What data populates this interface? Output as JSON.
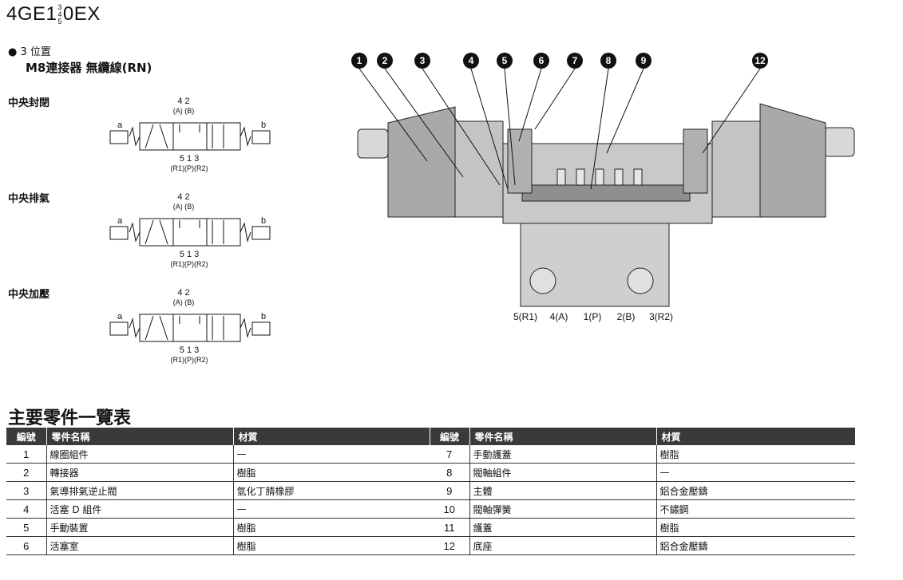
{
  "header": {
    "model_prefix": "4GE1",
    "model_fraction": [
      "3",
      "4",
      "5"
    ],
    "model_suffix": "0EX",
    "position": "● 3 位置",
    "connector": "M8連接器 無纜線(RN)"
  },
  "symbols": [
    {
      "label": "中央封閉"
    },
    {
      "label": "中央排氣"
    },
    {
      "label": "中央加壓"
    }
  ],
  "symbol_text": {
    "ports_top": "4  2",
    "ports_top_sub": "(A) (B)",
    "ports_bottom": "5  1  3",
    "ports_bottom_sub": "(R1)(P)(R2)",
    "side_a": "a",
    "side_b": "b"
  },
  "diagram": {
    "callouts": [
      "1",
      "2",
      "3",
      "4",
      "5",
      "6",
      "7",
      "8",
      "9",
      "12"
    ],
    "port_labels": [
      "5(R1)",
      "4(A)",
      "1(P)",
      "2(B)",
      "3(R2)"
    ]
  },
  "table": {
    "title": "主要零件一覽表",
    "headers": [
      "編號",
      "零件名稱",
      "材質",
      "編號",
      "零件名稱",
      "材質"
    ],
    "left_rows": [
      {
        "no": "1",
        "name": "線圈組件",
        "material": "—"
      },
      {
        "no": "2",
        "name": "轉接器",
        "material": "樹脂"
      },
      {
        "no": "3",
        "name": "氣導排氣逆止閥",
        "material": "氫化丁腈橡膠"
      },
      {
        "no": "4",
        "name": "活塞 D 組件",
        "material": "—"
      },
      {
        "no": "5",
        "name": "手動裝置",
        "material": "樹脂"
      },
      {
        "no": "6",
        "name": "活塞室",
        "material": "樹脂"
      }
    ],
    "right_rows": [
      {
        "no": "7",
        "name": "手動護蓋",
        "material": "樹脂"
      },
      {
        "no": "8",
        "name": "閥軸組件",
        "material": "—"
      },
      {
        "no": "9",
        "name": "主體",
        "material": "鋁合金壓鑄"
      },
      {
        "no": "10",
        "name": "閥軸彈簧",
        "material": "不鏽鋼"
      },
      {
        "no": "11",
        "name": "護蓋",
        "material": "樹脂"
      },
      {
        "no": "12",
        "name": "底座",
        "material": "鋁合金壓鑄"
      }
    ]
  }
}
